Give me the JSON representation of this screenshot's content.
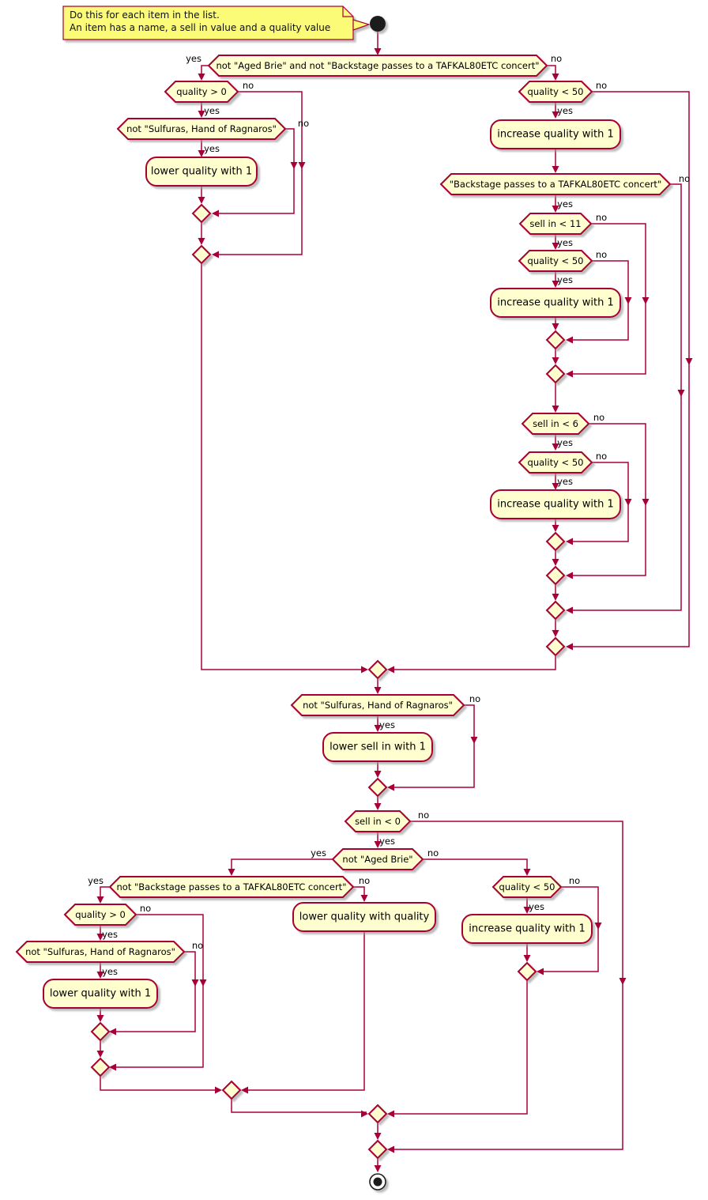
{
  "note": {
    "line1": "Do this for each item in the list.",
    "line2": "An item has a name, a sell in value and a quality value"
  },
  "edge_labels": {
    "yes": "yes",
    "no": "no"
  },
  "colors": {
    "border": "#A80036",
    "node_fill": "#FEFECE",
    "note_fill": "#FBFB77",
    "text": "#000000",
    "start_end": "#1d1d1d"
  },
  "nodes": {
    "d1": {
      "label": "not \"Aged Brie\" and not \"Backstage passes to a TAFKAL80ETC concert\""
    },
    "d2": {
      "label": "quality > 0"
    },
    "d3": {
      "label": "not \"Sulfuras, Hand of Ragnaros\""
    },
    "a1": {
      "label": "lower quality with 1"
    },
    "d4": {
      "label": "quality < 50"
    },
    "a2": {
      "label": "increase quality with 1"
    },
    "d5": {
      "label": "\"Backstage passes to a TAFKAL80ETC concert\""
    },
    "d6": {
      "label": "sell in < 11"
    },
    "d7": {
      "label": "quality < 50"
    },
    "a3": {
      "label": "increase quality with 1"
    },
    "d8": {
      "label": "sell in < 6"
    },
    "d9": {
      "label": "quality < 50"
    },
    "a4": {
      "label": "increase quality with 1"
    },
    "d10": {
      "label": "not \"Sulfuras, Hand of Ragnaros\""
    },
    "a5": {
      "label": "lower sell in with 1"
    },
    "d11": {
      "label": "sell in < 0"
    },
    "d12": {
      "label": "not \"Aged Brie\""
    },
    "d13": {
      "label": "not \"Backstage passes to a TAFKAL80ETC concert\""
    },
    "d14": {
      "label": "quality > 0"
    },
    "d15": {
      "label": "not \"Sulfuras, Hand of Ragnaros\""
    },
    "a7": {
      "label": "lower quality with 1"
    },
    "a6": {
      "label": "lower quality with quality"
    },
    "d16": {
      "label": "quality < 50"
    },
    "a8": {
      "label": "increase quality with 1"
    }
  }
}
